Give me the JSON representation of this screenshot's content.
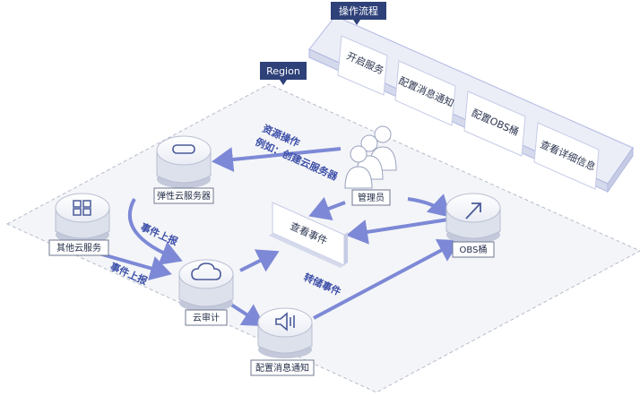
{
  "tags": {
    "operation_flow": "操作流程",
    "region": "Region"
  },
  "steps": [
    "开启服务",
    "配置消息通知",
    "配置OBS桶",
    "查看详细信息"
  ],
  "nodes": {
    "ecs": "弹性云服务器",
    "admin": "管理员",
    "other_services": "其他云服务",
    "view_events": "查看事件",
    "obs": "OBS桶",
    "cts": "云审计",
    "smn": "配置消息通知"
  },
  "flows": {
    "resource_op_line1": "资源操作",
    "resource_op_line2": "例如：创建云服务器",
    "event_report_ecs": "事件上报",
    "event_report_other": "事件上报",
    "transfer_events": "转储事件"
  },
  "colors": {
    "tag_bg": "#2f4179",
    "arrow": "#7d89d6",
    "panel_border": "#b0b8e2"
  }
}
